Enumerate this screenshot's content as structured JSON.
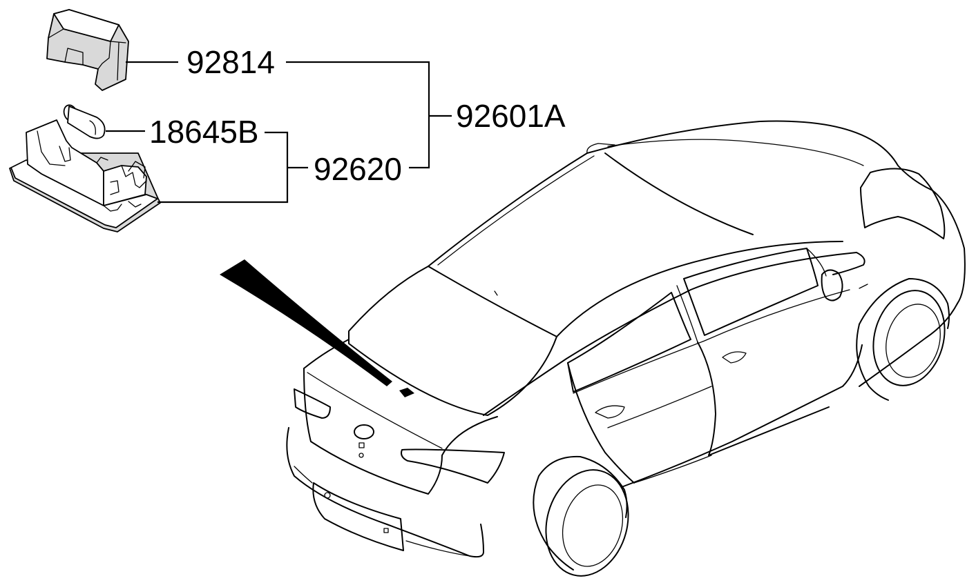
{
  "diagram": {
    "parts": [
      {
        "id": "cover",
        "number": "92814"
      },
      {
        "id": "bulb",
        "number": "18645B"
      },
      {
        "id": "assembly",
        "number": "92601A"
      },
      {
        "id": "lamp",
        "number": "92620"
      }
    ],
    "colors": {
      "line": "#000000",
      "background": "#ffffff",
      "shade": "#d9d9d9"
    }
  }
}
